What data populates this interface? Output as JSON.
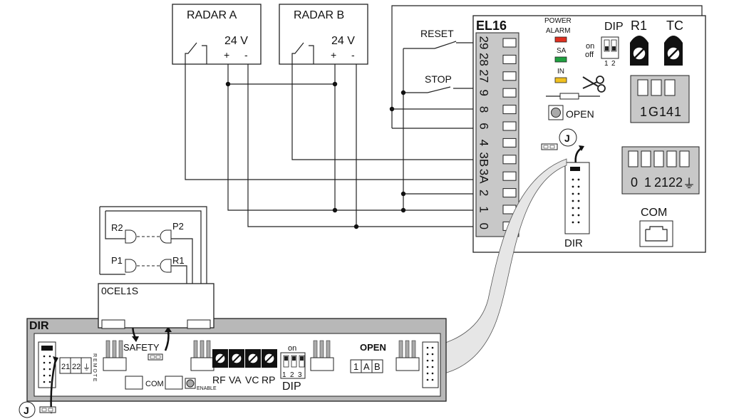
{
  "radar_a": {
    "title": "RADAR A",
    "voltage": "24 V",
    "plus": "+",
    "minus": "-"
  },
  "radar_b": {
    "title": "RADAR B",
    "voltage": "24 V",
    "plus": "+",
    "minus": "-"
  },
  "switches": {
    "reset": "RESET",
    "stop": "STOP"
  },
  "el16": {
    "title": "EL16",
    "terminals": [
      "29",
      "28",
      "27",
      "9",
      "8",
      "6",
      "4",
      "3B",
      "3A",
      "2",
      "1",
      "0"
    ],
    "leds": {
      "power": "POWER",
      "alarm": "ALARM",
      "sa": "SA",
      "in": "IN"
    },
    "led_colors": {
      "power_alarm": "#e03020",
      "sa": "#20a040",
      "in": "#f0c020"
    },
    "dip_label": "DIP",
    "dip_on": "on",
    "dip_off": "off",
    "dip_nums": [
      "1",
      "2"
    ],
    "r1": "R1",
    "tc": "TC",
    "open_label": "OPEN",
    "jumper": "J",
    "block1": [
      "1",
      "G",
      "14",
      "1"
    ],
    "block2": [
      "0",
      "1",
      "21",
      "22",
      "⏚"
    ],
    "com": "COM",
    "dir": "DIR"
  },
  "cable": {
    "label": "0CEL1S"
  },
  "photocells": {
    "r2": "R2",
    "p2": "P2",
    "p1": "P1",
    "r1": "R1"
  },
  "dir_board": {
    "title": "DIR",
    "safety": "SAFETY",
    "terms": [
      "21",
      "22",
      "⏚"
    ],
    "remote": "R E M O T E",
    "com": "COM",
    "enable": "ENABLE",
    "pots": [
      "RF",
      "VA",
      "VC",
      "RP"
    ],
    "dip_on": "on",
    "dip_nums": [
      "1",
      "2",
      "3"
    ],
    "dip": "DIP",
    "open": "OPEN",
    "open_terms": [
      "1",
      "A",
      "B"
    ]
  },
  "bottom_jumper": "J"
}
